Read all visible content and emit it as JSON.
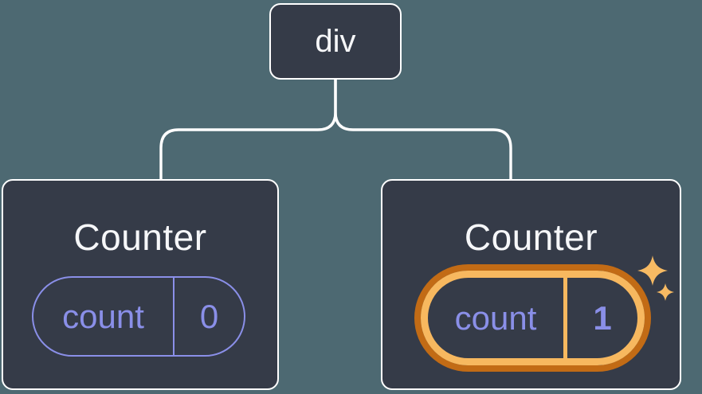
{
  "diagram": {
    "root": {
      "label": "div"
    },
    "children": [
      {
        "title": "Counter",
        "state": {
          "key": "count",
          "value": "0"
        },
        "highlighted": false
      },
      {
        "title": "Counter",
        "state": {
          "key": "count",
          "value": "1"
        },
        "highlighted": true
      }
    ]
  },
  "icons": {
    "sparkles": "sparkles-icon"
  },
  "colors": {
    "background": "#4D6972",
    "node_fill": "#353B48",
    "node_border": "#FFFFFF",
    "title_text": "#F6F7F9",
    "state_accent": "#8A8FE8",
    "highlight_outer": "#C26B15",
    "highlight_inner": "#F7B85F",
    "sparkle": "#F7BA63"
  }
}
